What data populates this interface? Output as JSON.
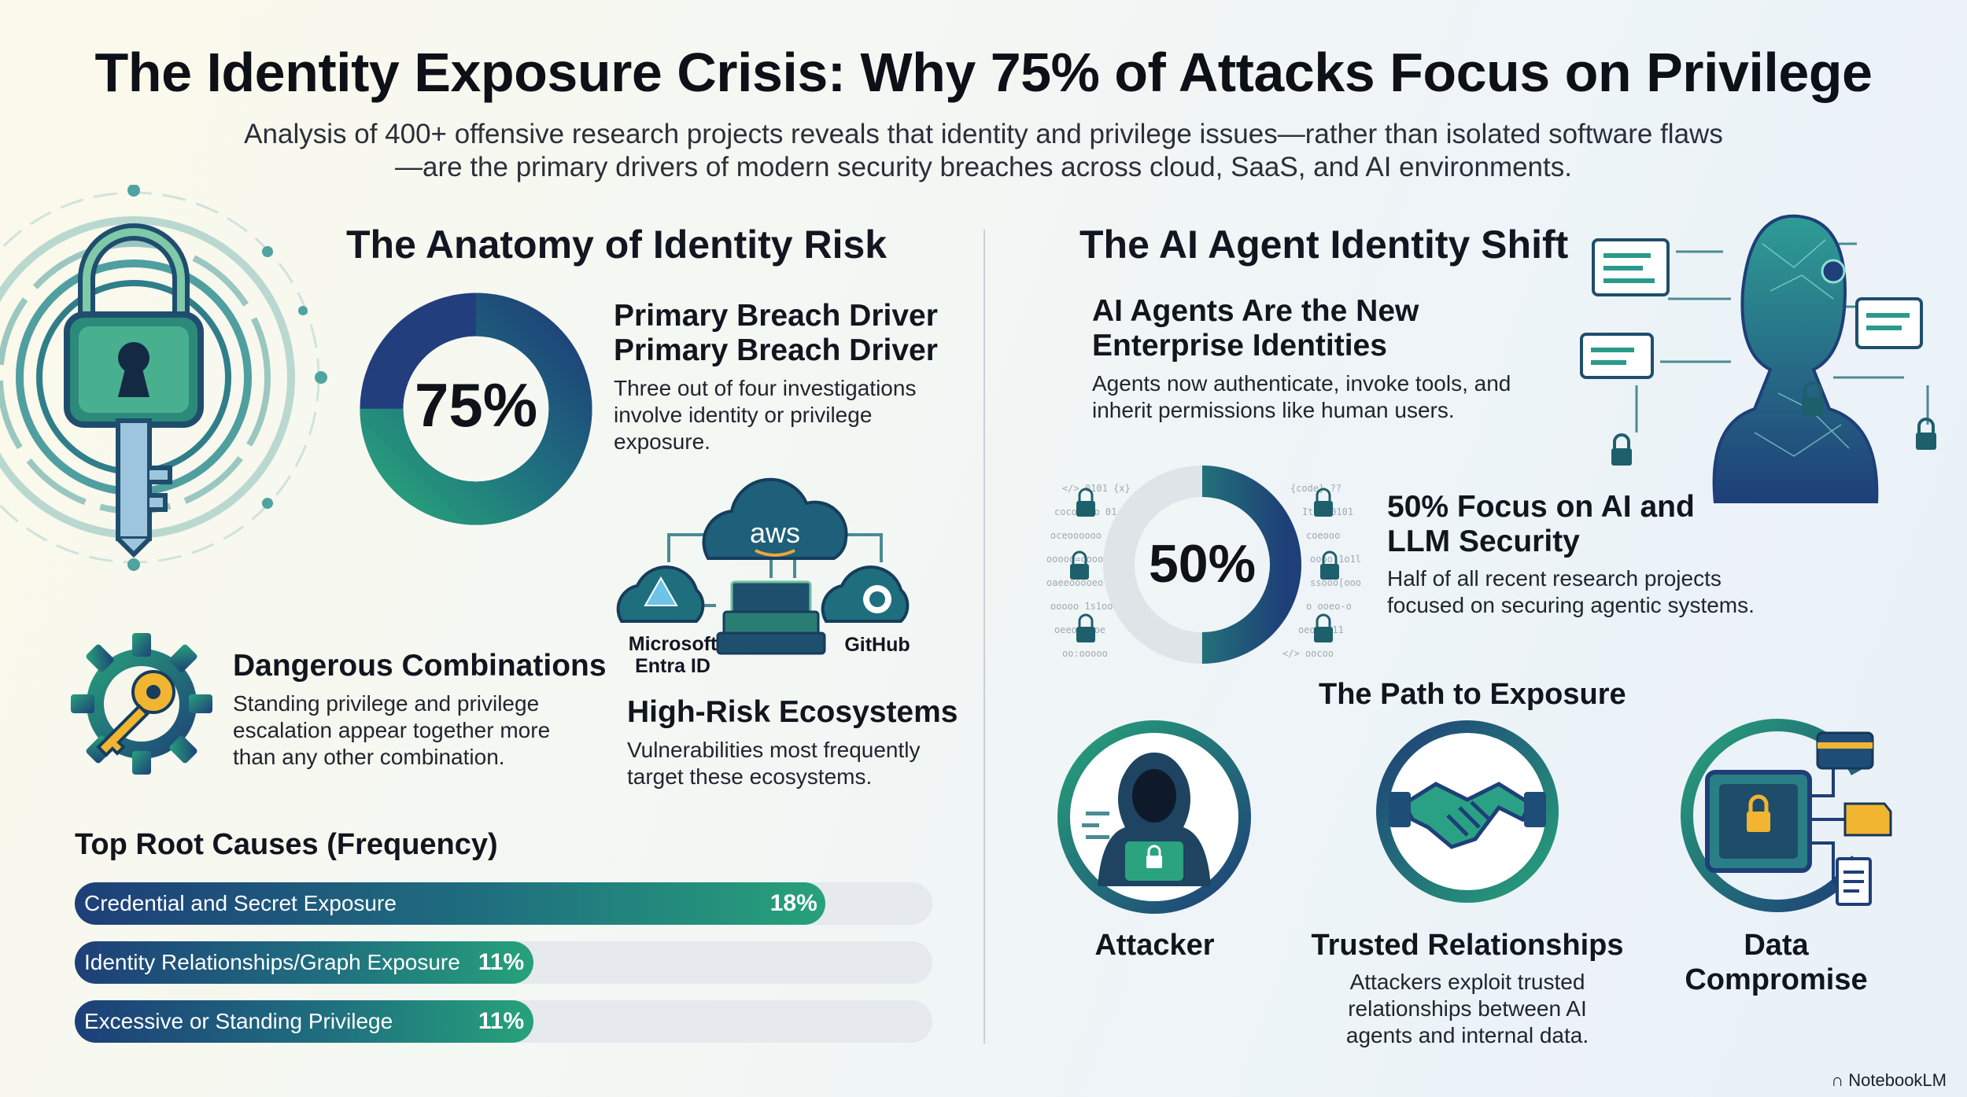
{
  "header": {
    "title": "The Identity Exposure Crisis: Why 75% of Attacks Focus on Privilege",
    "subtitle_line1": "Analysis of 400+ offensive research projects reveals that identity and privilege issues—rather than isolated software flaws",
    "subtitle_line2": "—are the primary drivers of modern security breaches across cloud, SaaS, and AI environments."
  },
  "left": {
    "section_title": "The Anatomy of Identity Risk",
    "primary_driver": {
      "percent_label": "75%",
      "percent_value": 75,
      "heading_line1": "Primary Breach Driver",
      "heading_line2": "Primary Breach Driver",
      "text_line1": "Three out of four investigations",
      "text_line2": "involve identity or privilege",
      "text_line3": "exposure."
    },
    "ecosystems": {
      "aws": "aws",
      "microsoft": "Microsoft",
      "entra": "Entra ID",
      "github": "GitHub",
      "heading": "High-Risk Ecosystems",
      "text_line1": "Vulnerabilities most frequently",
      "text_line2": "target these ecosystems."
    },
    "combinations": {
      "heading": "Dangerous Combinations",
      "text_line1": "Standing privilege and privilege",
      "text_line2": "escalation appear together more",
      "text_line3": "than any other combination."
    },
    "root_causes": {
      "heading": "Top Root Causes (Frequency)",
      "items": [
        {
          "label": "Credential and Secret Exposure",
          "pct_label": "18%",
          "value": 18
        },
        {
          "label": "Identity Relationships/Graph Exposure",
          "pct_label": "11%",
          "value": 11
        },
        {
          "label": "Excessive or Standing Privilege",
          "pct_label": "11%",
          "value": 11
        }
      ]
    }
  },
  "right": {
    "section_title": "The AI Agent Identity Shift",
    "agents": {
      "heading_line1": "AI Agents Are the New",
      "heading_line2": "Enterprise Identities",
      "text_line1": "Agents now authenticate, invoke tools, and",
      "text_line2": "inherit permissions like human users."
    },
    "ai_focus": {
      "percent_label": "50%",
      "percent_value": 50,
      "heading_line1": "50% Focus on AI and",
      "heading_line2": "LLM Security",
      "text_line1": "Half of all recent research projects",
      "text_line2": "focused on securing agentic systems."
    },
    "path": {
      "heading": "The Path to Exposure",
      "attacker": "Attacker",
      "trusted": "Trusted Relationships",
      "trusted_text_line1": "Attackers exploit trusted",
      "trusted_text_line2": "relationships between AI",
      "trusted_text_line3": "agents and internal data.",
      "data_line1": "Data",
      "data_line2": "Compromise"
    }
  },
  "brand": "NotebookLM",
  "colors": {
    "navy": "#1e3f78",
    "teal": "#1f6f7f",
    "green": "#27a27a",
    "track": "#e6e9ed"
  }
}
